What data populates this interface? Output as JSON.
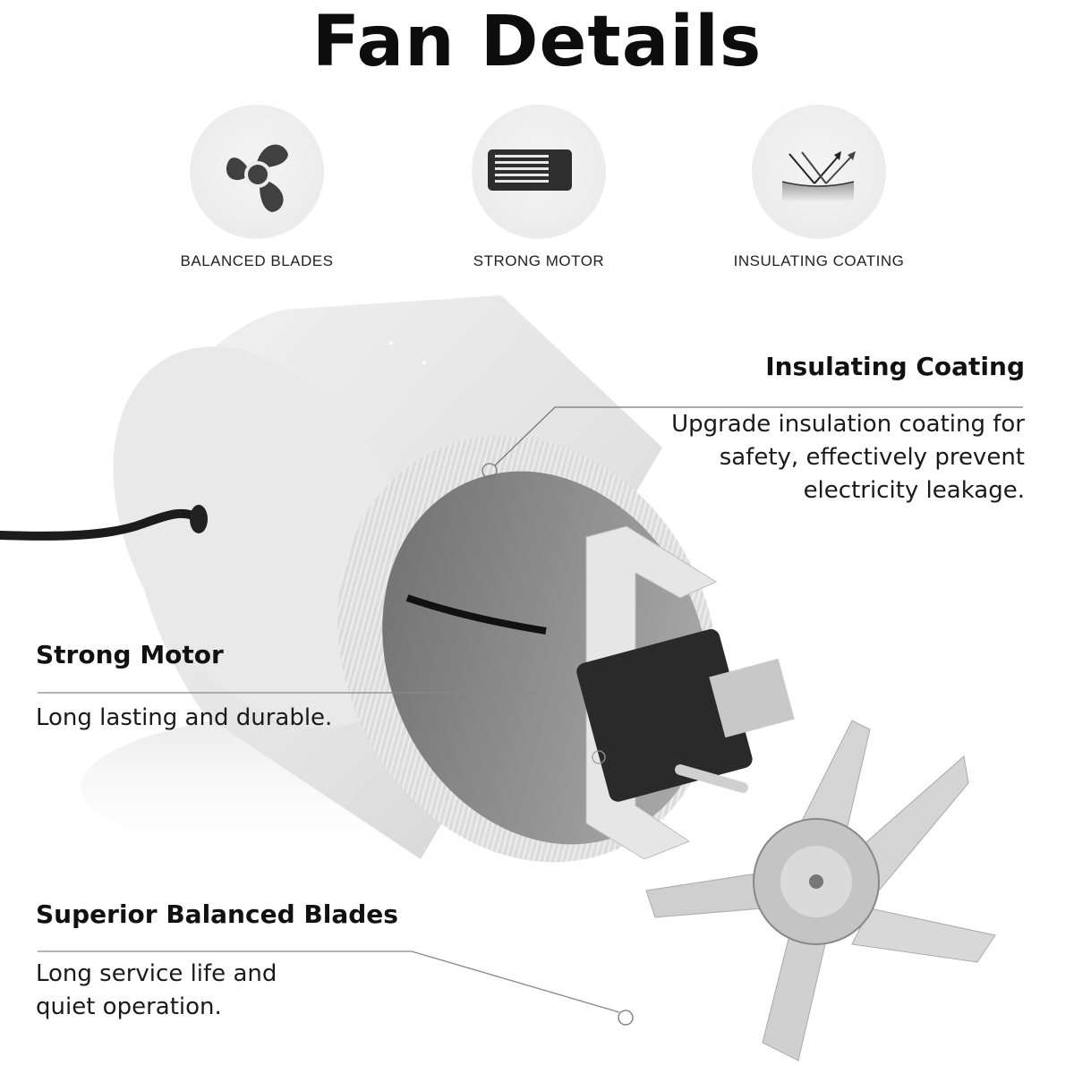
{
  "title": "Fan Details",
  "features": [
    {
      "label": "BALANCED BLADES",
      "icon": "fan-blades-icon"
    },
    {
      "label": "STRONG MOTOR",
      "icon": "motor-icon"
    },
    {
      "label": "INSULATING COATING",
      "icon": "insulating-coating-icon"
    }
  ],
  "callouts": {
    "insulating": {
      "heading": "Insulating Coating",
      "lines": [
        "Upgrade insulation coating for",
        "safety, effectively prevent",
        "electricity leakage."
      ]
    },
    "motor": {
      "heading": "Strong Motor",
      "lines": [
        "Long lasting and durable."
      ]
    },
    "blades": {
      "heading": "Superior Balanced Blades",
      "lines": [
        "Long service life and",
        "quiet operation."
      ]
    }
  },
  "colors": {
    "text": "#111111",
    "icon_bg": "#ececec",
    "icon": "#3a3a3a",
    "rule": "#777777"
  }
}
